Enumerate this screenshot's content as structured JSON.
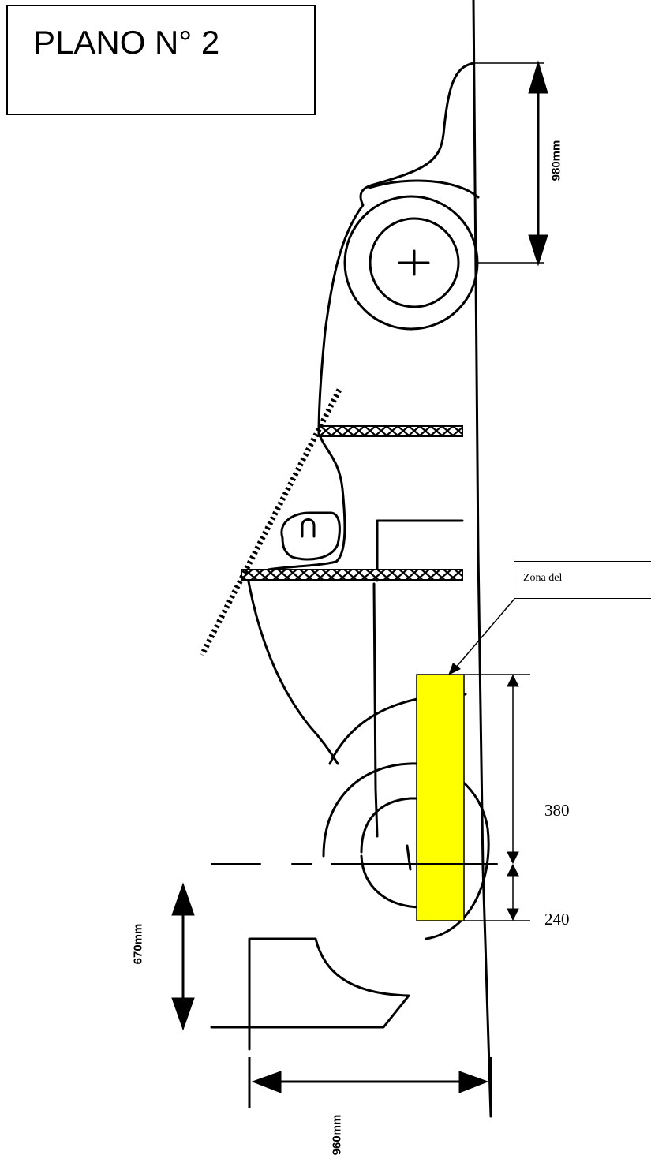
{
  "title": "PLANO N° 2",
  "callout": {
    "text": "Zona del"
  },
  "dimensions": {
    "front_height": "980mm",
    "rear_height": "670mm",
    "overall_depth": "960mm",
    "zone_upper": "380",
    "zone_lower": "240"
  },
  "colors": {
    "zone_fill": "#ffff00",
    "line": "#000000"
  }
}
